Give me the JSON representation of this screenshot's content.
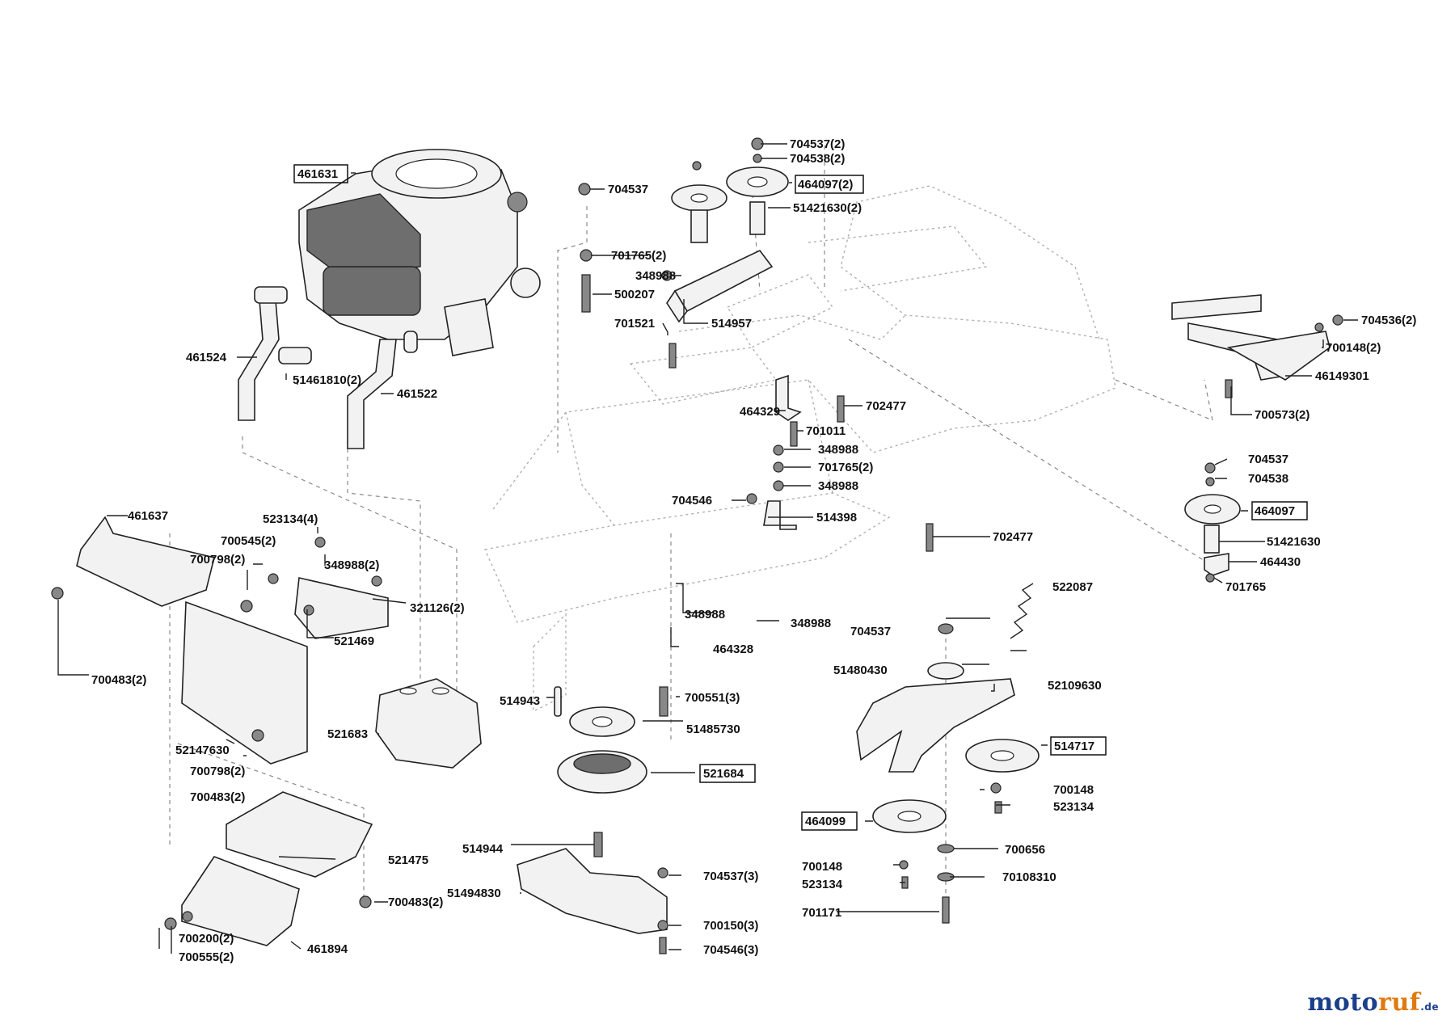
{
  "callouts": [
    {
      "id": "461631",
      "x": 1,
      "y": 0
    },
    {
      "id": "704537(2)",
      "x": 0,
      "y": 0
    },
    {
      "id": "704538(2)",
      "x": 0,
      "y": 0
    },
    {
      "id": "464097(2)",
      "x": 0,
      "y": 0
    },
    {
      "id": "51421630(2)",
      "x": 0,
      "y": 0
    },
    {
      "id": "704537",
      "x": 0,
      "y": 0
    },
    {
      "id": "701765(2)",
      "x": 0,
      "y": 0
    },
    {
      "id": "348988",
      "x": 0,
      "y": 0
    },
    {
      "id": "500207",
      "x": 0,
      "y": 0
    },
    {
      "id": "701521",
      "x": 0,
      "y": 0
    },
    {
      "id": "514957",
      "x": 0,
      "y": 0
    },
    {
      "id": "461524",
      "x": 0,
      "y": 0
    },
    {
      "id": "51461810(2)",
      "x": 0,
      "y": 0
    },
    {
      "id": "461522",
      "x": 0,
      "y": 0
    },
    {
      "id": "464329",
      "x": 0,
      "y": 0
    },
    {
      "id": "702477",
      "x": 0,
      "y": 0
    },
    {
      "id": "701011",
      "x": 0,
      "y": 0
    },
    {
      "id": "348988",
      "x": 0,
      "y": 0
    },
    {
      "id": "701765(2)",
      "x": 0,
      "y": 0
    },
    {
      "id": "348988",
      "x": 0,
      "y": 0
    },
    {
      "id": "704546",
      "x": 0,
      "y": 0
    },
    {
      "id": "514398",
      "x": 0,
      "y": 0
    },
    {
      "id": "702477",
      "x": 0,
      "y": 0
    },
    {
      "id": "704536(2)",
      "x": 0,
      "y": 0
    },
    {
      "id": "700148(2)",
      "x": 0,
      "y": 0
    },
    {
      "id": "46149301",
      "x": 0,
      "y": 0
    },
    {
      "id": "700573(2)",
      "x": 0,
      "y": 0
    },
    {
      "id": "704537",
      "x": 0,
      "y": 0
    },
    {
      "id": "704538",
      "x": 0,
      "y": 0
    },
    {
      "id": "464097",
      "x": 0,
      "y": 0
    },
    {
      "id": "51421630",
      "x": 0,
      "y": 0
    },
    {
      "id": "464430",
      "x": 0,
      "y": 0
    },
    {
      "id": "701765",
      "x": 0,
      "y": 0
    },
    {
      "id": "461637",
      "x": 0,
      "y": 0
    },
    {
      "id": "523134(4)",
      "x": 0,
      "y": 0
    },
    {
      "id": "700545(2)",
      "x": 0,
      "y": 0
    },
    {
      "id": "700798(2)",
      "x": 0,
      "y": 0
    },
    {
      "id": "348988(2)",
      "x": 0,
      "y": 0
    },
    {
      "id": "321126(2)",
      "x": 0,
      "y": 0
    },
    {
      "id": "521469",
      "x": 0,
      "y": 0
    },
    {
      "id": "700483(2)",
      "x": 0,
      "y": 0
    },
    {
      "id": "348988",
      "x": 0,
      "y": 0
    },
    {
      "id": "348988",
      "x": 0,
      "y": 0
    },
    {
      "id": "464328",
      "x": 0,
      "y": 0
    },
    {
      "id": "704537",
      "x": 0,
      "y": 0
    },
    {
      "id": "522087",
      "x": 0,
      "y": 0
    },
    {
      "id": "51480430",
      "x": 0,
      "y": 0
    },
    {
      "id": "52109630",
      "x": 0,
      "y": 0
    },
    {
      "id": "514943",
      "x": 0,
      "y": 0
    },
    {
      "id": "700551(3)",
      "x": 0,
      "y": 0
    },
    {
      "id": "51485730",
      "x": 0,
      "y": 0
    },
    {
      "id": "521683",
      "x": 0,
      "y": 0
    },
    {
      "id": "52147630",
      "x": 0,
      "y": 0
    },
    {
      "id": "700798(2)",
      "x": 0,
      "y": 0
    },
    {
      "id": "521684",
      "x": 0,
      "y": 0
    },
    {
      "id": "514717",
      "x": 0,
      "y": 0
    },
    {
      "id": "700483(2)",
      "x": 0,
      "y": 0
    },
    {
      "id": "700148",
      "x": 0,
      "y": 0
    },
    {
      "id": "523134",
      "x": 0,
      "y": 0
    },
    {
      "id": "464099",
      "x": 0,
      "y": 0
    },
    {
      "id": "521475",
      "x": 0,
      "y": 0
    },
    {
      "id": "514944",
      "x": 0,
      "y": 0
    },
    {
      "id": "700656",
      "x": 0,
      "y": 0
    },
    {
      "id": "700148",
      "x": 0,
      "y": 0
    },
    {
      "id": "704537(3)",
      "x": 0,
      "y": 0
    },
    {
      "id": "51494830",
      "x": 0,
      "y": 0
    },
    {
      "id": "523134",
      "x": 0,
      "y": 0
    },
    {
      "id": "70108310",
      "x": 0,
      "y": 0
    },
    {
      "id": "700483(2)",
      "x": 0,
      "y": 0
    },
    {
      "id": "701171",
      "x": 0,
      "y": 0
    },
    {
      "id": "700150(3)",
      "x": 0,
      "y": 0
    },
    {
      "id": "700200(2)",
      "x": 0,
      "y": 0
    },
    {
      "id": "461894",
      "x": 0,
      "y": 0
    },
    {
      "id": "704546(3)",
      "x": 0,
      "y": 0
    },
    {
      "id": "700555(2)",
      "x": 0,
      "y": 0
    }
  ],
  "brand": {
    "part1": "moto",
    "part2": "ruf",
    "part3": ".de"
  }
}
